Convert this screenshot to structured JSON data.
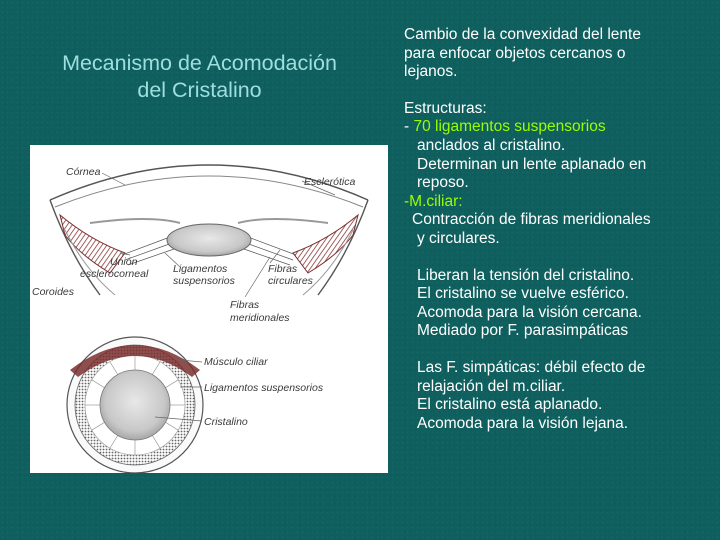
{
  "title": {
    "line1": "Mecanismo de Acomodación",
    "line2": "del Cristalino"
  },
  "figure": {
    "labels": {
      "cornea": "Córnea",
      "esclerotica": "Esclerótica",
      "union1": "Unión",
      "union2": "esclerocorneal",
      "coroides": "Coroides",
      "ligamentos1": "Ligamentos",
      "ligamentos2": "suspensorios",
      "fibras_circ1": "Fibras",
      "fibras_circ2": "circulares",
      "fibras_mer1": "Fibras",
      "fibras_mer2": "meridionales",
      "musculo": "Músculo ciliar",
      "ligamentos_susp": "Ligamentos suspensorios",
      "cristalino": "Cristalino"
    }
  },
  "text": {
    "p1": [
      "Cambio de la convexidad del lente",
      "para enfocar objetos cercanos o",
      "lejanos."
    ],
    "estructuras": "Estructuras:",
    "lig_prefix": "- ",
    "lig_highlight": "70 ligamentos suspensorios",
    "lig_rest": [
      "anclados al cristalino.",
      "Determinan un lente aplanado en",
      "reposo."
    ],
    "ciliar_highlight": "-M.ciliar:",
    "ciliar_rest": [
      "Contracción de fibras meridionales",
      "y circulares."
    ],
    "p3": [
      "Liberan la tensión del cristalino.",
      "El cristalino se vuelve esférico.",
      "Acomoda para la visión cercana.",
      "Mediado por F. parasimpáticas"
    ],
    "p4": [
      "Las F. simpáticas: débil efecto de",
      "relajación del m.ciliar.",
      "El cristalino está  aplanado.",
      "Acomoda para la visión lejana."
    ]
  },
  "colors": {
    "background": "#0f5f5f",
    "title": "#9fdede",
    "highlight": "#99ff00",
    "text": "#ffffff"
  }
}
